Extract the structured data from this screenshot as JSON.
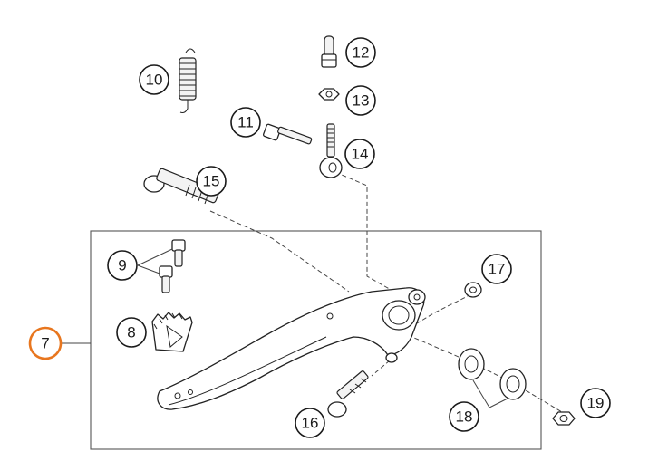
{
  "highlight_color": "#e8761e",
  "callouts": [
    {
      "id": "7",
      "label": "7",
      "highlighted": true
    },
    {
      "id": "8",
      "label": "8"
    },
    {
      "id": "9",
      "label": "9"
    },
    {
      "id": "10",
      "label": "10"
    },
    {
      "id": "11",
      "label": "11"
    },
    {
      "id": "12",
      "label": "12"
    },
    {
      "id": "13",
      "label": "13"
    },
    {
      "id": "14",
      "label": "14"
    },
    {
      "id": "15",
      "label": "15"
    },
    {
      "id": "16",
      "label": "16"
    },
    {
      "id": "17",
      "label": "17"
    },
    {
      "id": "18",
      "label": "18"
    },
    {
      "id": "19",
      "label": "19"
    }
  ]
}
